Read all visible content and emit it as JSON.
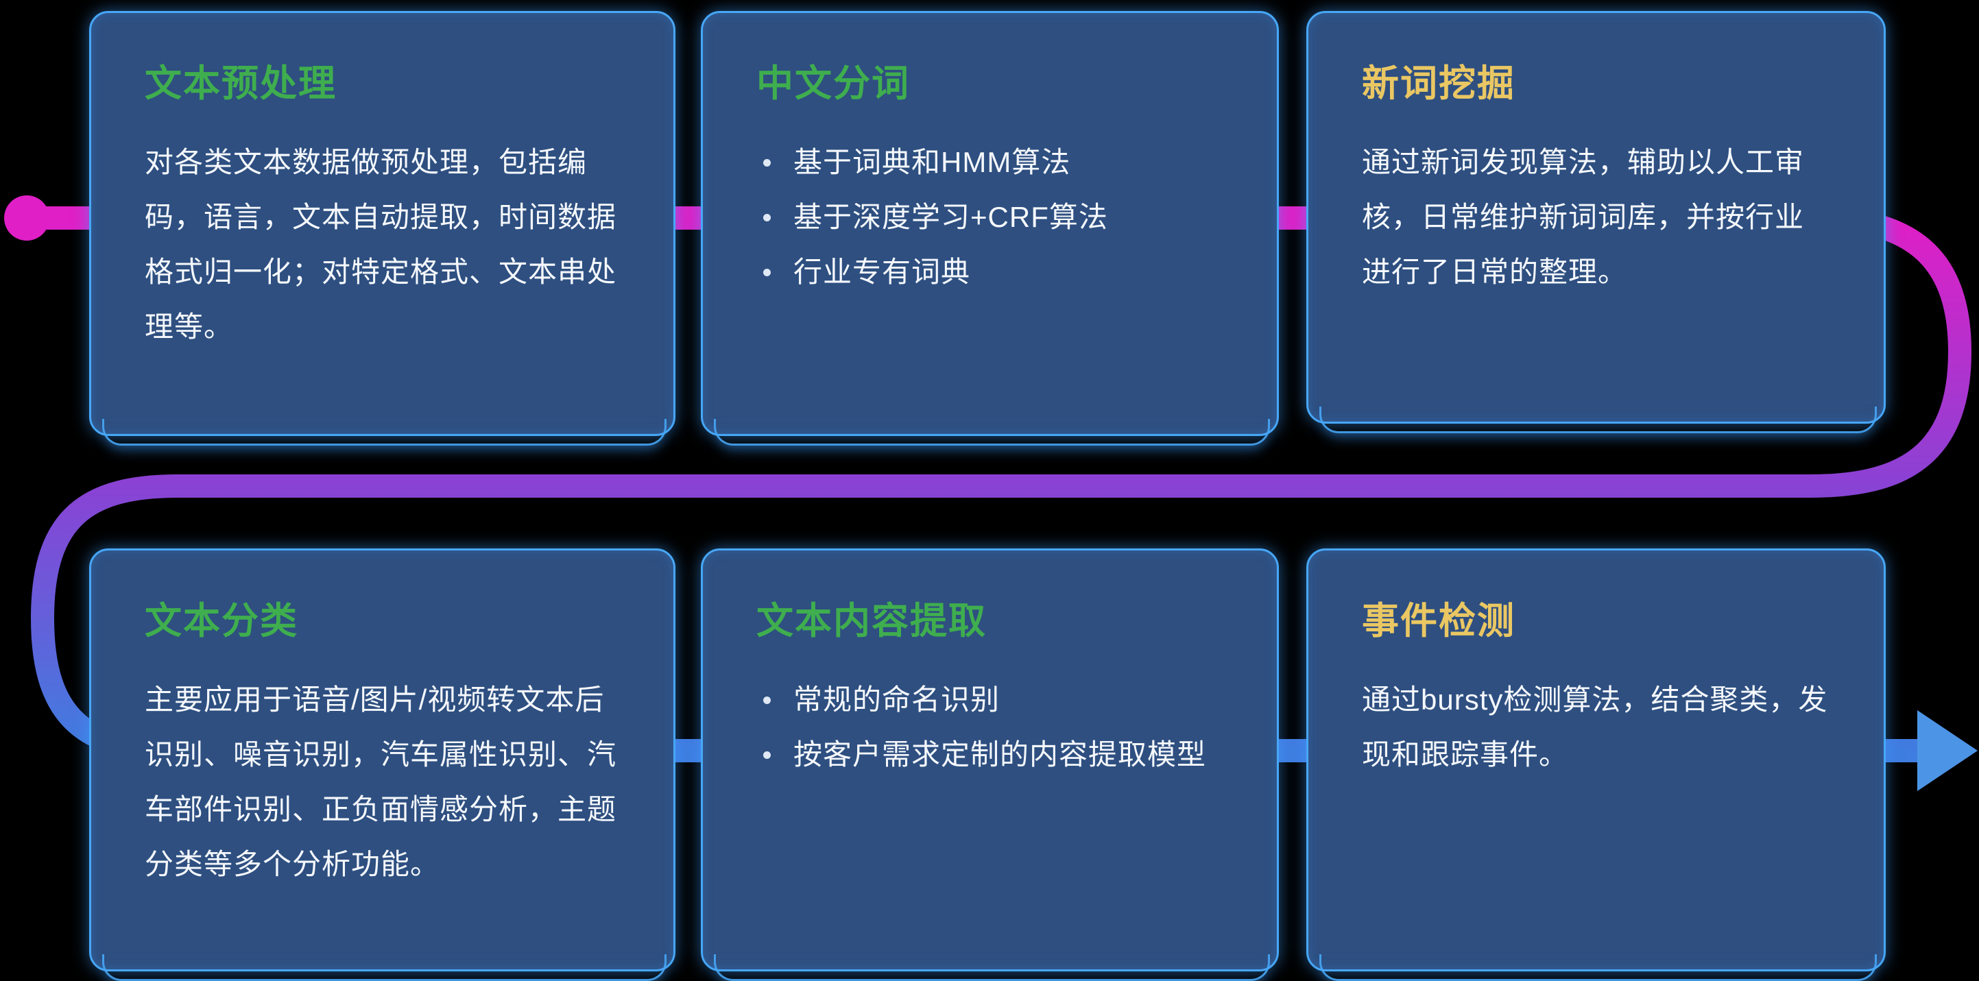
{
  "theme": {
    "background": "#000000",
    "card_bg": "#2e4f80",
    "card_border": "#47a7f7",
    "body_text": "#f5f8fc",
    "title_green": "#3fae4e",
    "title_yellow": "#eac763"
  },
  "connector": {
    "start_color": "#e01fc6",
    "mid_color": "#8a42d4",
    "end_color": "#3f7de0",
    "arrow_color": "#4c95e6",
    "start_marker": "dot",
    "end_marker": "arrow"
  },
  "cards": [
    {
      "title": "文本预处理",
      "title_color": "#3fae4e",
      "body": "对各类文本数据做预处理，包括编码，语言，文本自动提取，时间数据格式归一化；对特定格式、文本串处理等。"
    },
    {
      "title": "中文分词",
      "title_color": "#3fae4e",
      "bullets": [
        "基于词典和HMM算法",
        "基于深度学习+CRF算法",
        "行业专有词典"
      ]
    },
    {
      "title": "新词挖掘",
      "title_color": "#eac763",
      "body": "通过新词发现算法，辅助以人工审核，日常维护新词词库，并按行业进行了日常的整理。"
    },
    {
      "title": "文本分类",
      "title_color": "#3fae4e",
      "body": "主要应用于语音/图片/视频转文本后识别、噪音识别，汽车属性识别、汽车部件识别、正负面情感分析，主题分类等多个分析功能。"
    },
    {
      "title": "文本内容提取",
      "title_color": "#3fae4e",
      "bullets": [
        "常规的命名识别",
        "按客户需求定制的内容提取模型"
      ]
    },
    {
      "title": "事件检测",
      "title_color": "#eac763",
      "body": "通过bursty检测算法，结合聚类，发现和跟踪事件。"
    }
  ]
}
